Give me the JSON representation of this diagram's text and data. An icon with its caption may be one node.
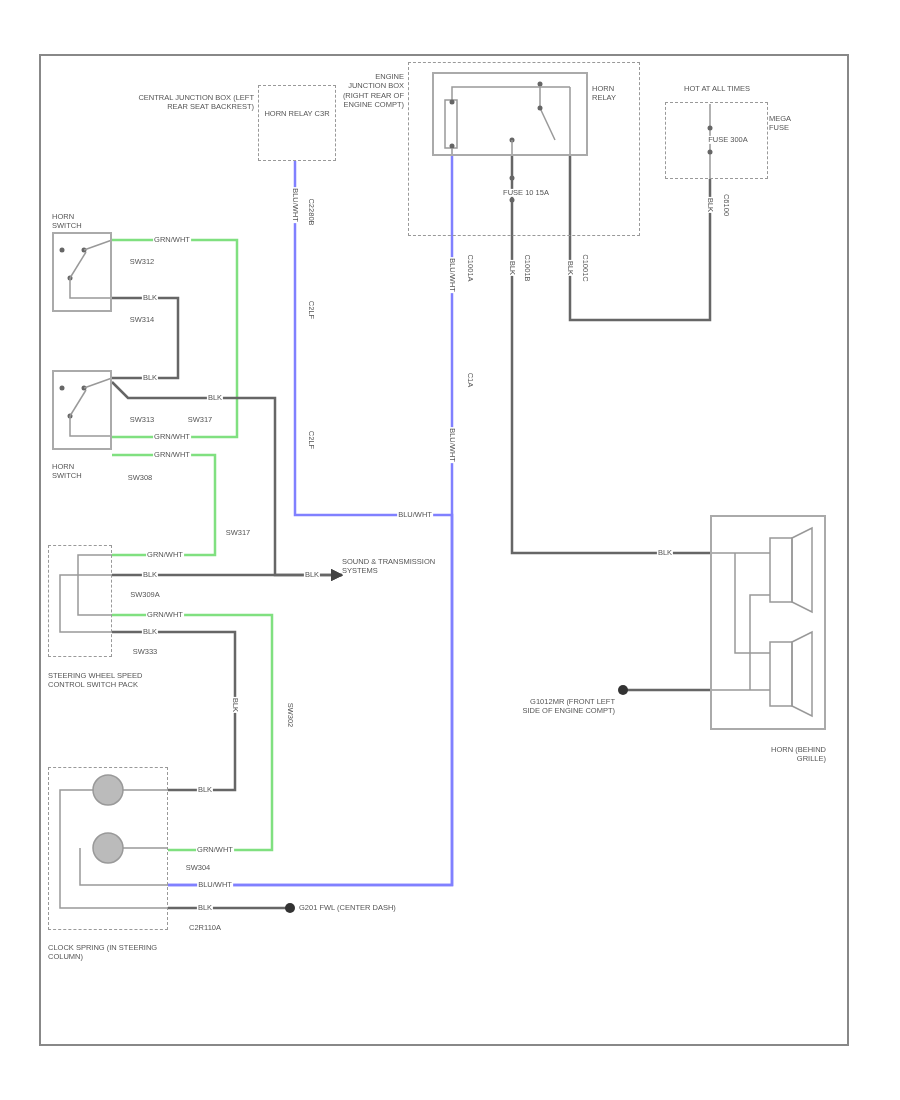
{
  "diagram": {
    "nodes": [
      {
        "text": [
          "CENTRAL JUNCTION BOX (LEFT REAR SEAT BACKREST)",
          "HORN RELAY C3R"
        ]
      },
      {
        "text": [
          "ENGINE JUNCTION BOX (RIGHT REAR OF ENGINE COMPT)"
        ]
      },
      {
        "text": [
          "HORN RELAY"
        ],
        "in": 1
      },
      {
        "text": [
          "HOT AT ALL TIMES",
          "MEGA FUSE"
        ]
      },
      {
        "text": [
          "HORN SWITCH"
        ]
      },
      {
        "text": [
          "HORN SWITCH"
        ]
      },
      {
        "text": [
          "STEERING WHEEL SPEED CONTROL SWITCH PACK"
        ]
      },
      {
        "text": [
          "CLOCK SPRING (IN STEERING COLUMN)"
        ]
      },
      {
        "text": [
          "HORN (BEHIND GRILLE)"
        ]
      },
      {
        "text": [
          "G201 FWL (CENTER DASH)"
        ]
      },
      {
        "text": [
          "G1012MR (FRONT LEFT SIDE OF ENGINE COMPT)"
        ]
      },
      {
        "text": [
          "SOUND & TRANSMISSION SYSTEMS"
        ]
      }
    ],
    "edges": [
      {
        "from": 0,
        "to": 7,
        "arrow": "none",
        "color": "#8080ff"
      },
      {
        "from": 2,
        "to": 7,
        "arrow": "none",
        "color": "#8080ff"
      },
      {
        "from": 2,
        "to": 8,
        "arrow": "none"
      },
      {
        "from": 2,
        "to": 3,
        "arrow": "none"
      },
      {
        "from": 4,
        "to": 5,
        "arrow": "none",
        "color": "#80e080"
      },
      {
        "from": 4,
        "to": 5,
        "arrow": "none"
      },
      {
        "from": 5,
        "to": 11,
        "arrow": "to"
      },
      {
        "from": 6,
        "to": 11,
        "arrow": "to"
      },
      {
        "from": 5,
        "to": 6,
        "arrow": "none",
        "color": "#80e080"
      },
      {
        "from": 6,
        "to": 7,
        "arrow": "none",
        "color": "#80e080"
      },
      {
        "from": 6,
        "to": 7,
        "arrow": "none"
      },
      {
        "from": 7,
        "to": 9,
        "arrow": "other"
      },
      {
        "from": 8,
        "to": 10,
        "arrow": "other"
      }
    ],
    "labels": [
      "BLU/WHT",
      "C2280B",
      "C2LF",
      "C2LF",
      "FUSE 10 15A",
      "FUSE 300A",
      "BLU/WHT",
      "C1001A",
      "C1A",
      "BLU/WHT",
      "BLK",
      "C1001B",
      "BLK",
      "C1001C",
      "BLK",
      "C6100",
      "GRN/WHT",
      "SW312",
      "BLK",
      "SW314",
      "BLK",
      "BLK",
      "SW313",
      "SW317",
      "GRN/WHT",
      "GRN/WHT",
      "SW308",
      "BLU/WHT",
      "SW317",
      "GRN/WHT",
      "BLK",
      "BLK",
      "SW309A",
      "GRN/WHT",
      "BLK",
      "SW333",
      "BLK",
      "SW302",
      "BLK",
      "BLK",
      "GRN/WHT",
      "SW304",
      "BLU/WHT",
      "BLK",
      "C2R110A"
    ]
  }
}
